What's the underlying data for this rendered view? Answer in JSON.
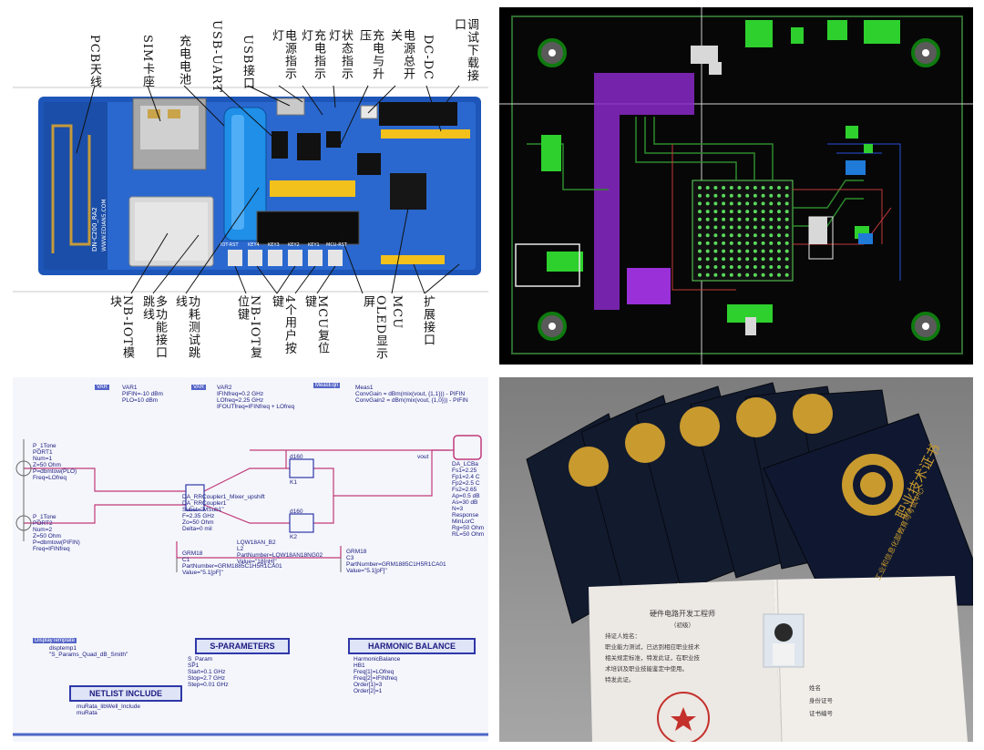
{
  "board_panel": {
    "labels_top": [
      "PCB天线",
      "SIM卡座",
      "充电电池",
      "USB-UART",
      "USB接口",
      "电源指示灯",
      "充电指示灯",
      "状态指示灯",
      "充电与升压",
      "电源总开关",
      "DC-DC",
      "调试下载接口"
    ],
    "labels_bottom": [
      "NB-IOT模块",
      "多功能接口跳线",
      "功耗测试跳线",
      "NB-IOT复位键",
      "4个用户按键",
      "MCU复位键",
      "OLED显示屏",
      "MCU",
      "扩展接口"
    ],
    "silkscreen": {
      "board_name": "DN-C200_RA2",
      "board_url": "WWW.EDIAN5.COM",
      "button_labels": [
        "IOT-RST",
        "KEY4",
        "KEY3",
        "KEY2",
        "KEY1",
        "MCU-RST"
      ]
    }
  },
  "schematic_panel": {
    "var1": {
      "tag": "VAR",
      "lines": "VAR1\nPIFIN=-10 dBm\nPLO=10 dBm"
    },
    "var2": {
      "tag": "VAR",
      "lines": "VAR2\nIFINfreq=0.2 GHz\nLOfreq=2.25 GHz\nIFOUTfreq=IFINfreq + LOfreq"
    },
    "meas": {
      "tag": "MeasEqn",
      "lines": "Meas1\nConvGain = dBm(mix(vout, {1,1})) - PIFIN\nConvGain2 = dBm(mix(vout, {1,0})) - PIFIN"
    },
    "port1": {
      "lines": "P_1Tone\nPORT1\nNum=1\nZ=50 Ohm\nP=dbmtow(PLO)\nFreq=LOfreq"
    },
    "port2": {
      "lines": "P_1Tone\nPORT2\nNum=2\nZ=50 Ohm\nP=dbmtow(PIFIN)\nFreq=IFINfreq"
    },
    "coupler": {
      "lines": "DA_RRCoupler1_Mixer_upshift\nDA_RRCoupler1\nSubst=\"MSub1\"\nF=2.35 GHz\nZo=50 Ohm\nDelta=0 mil"
    },
    "diode_k1": "K1",
    "diode_k2": "K2",
    "diode_label": "d160",
    "vout": "vout",
    "filter": {
      "lines": "DA_LCBa\nFs1=2.25\nFp1=2.4 C\nFp2=2.5 C\nFs2=2.65\nAp=0.5 dB\nAs=30 dB\nN=3\nResponse\nMinLorC\nRg=50 Ohm\nRL=50 Ohm"
    },
    "cap1": {
      "lines": "GRM18\nC1\nPartNumber=GRM1885C1H5R1CA01\nValue=\"5.1[pF]\""
    },
    "ind": {
      "lines": "LQW18AN_B2\nL2\nPartNumber=LQW18AN18NG02\nValue=\"18[nH]\""
    },
    "cap3": {
      "lines": "GRM18\nC3\nPartNumber=GRM1885C1H5R1CA01\nValue=\"5.1[pF]\""
    },
    "display": {
      "tag": "DisplayTemplate",
      "lines": "disptemp1\n\"S_Params_Quad_dB_Smith\""
    },
    "sparam_title": "S-PARAMETERS",
    "sparam": {
      "lines": "S_Param\nSP1\nStart=0.1 GHz\nStop=2.7 GHz\nStep=0.01 GHz"
    },
    "hb_title": "HARMONIC BALANCE",
    "hb": {
      "lines": "HarmonicBalance\nHB1\nFreq[1]=LOfreq\nFreq[2]=IFINfreq\nOrder[1]=3\nOrder[2]=1"
    },
    "netlist_title": "NETLIST INCLUDE",
    "netlist": {
      "lines": "muRata_libWell_Include\nmuRata"
    }
  },
  "certificate_panel": {
    "cover_title": "职业技术证书",
    "cover_subtitle": "工业和信息化部教育与考试中心",
    "inner_title": "硬件电路开发工程师",
    "inner_level": "（初级）",
    "inner_text_lines": [
      "持证人姓名：",
      "职业能力测试，已达到相应职业技术",
      "相关规定标准，特发此证，在职业技",
      "术培训及职业技能鉴定中使用。",
      "特发此证。"
    ],
    "field_labels": [
      "姓名",
      "身份证号",
      "证书编号"
    ]
  }
}
